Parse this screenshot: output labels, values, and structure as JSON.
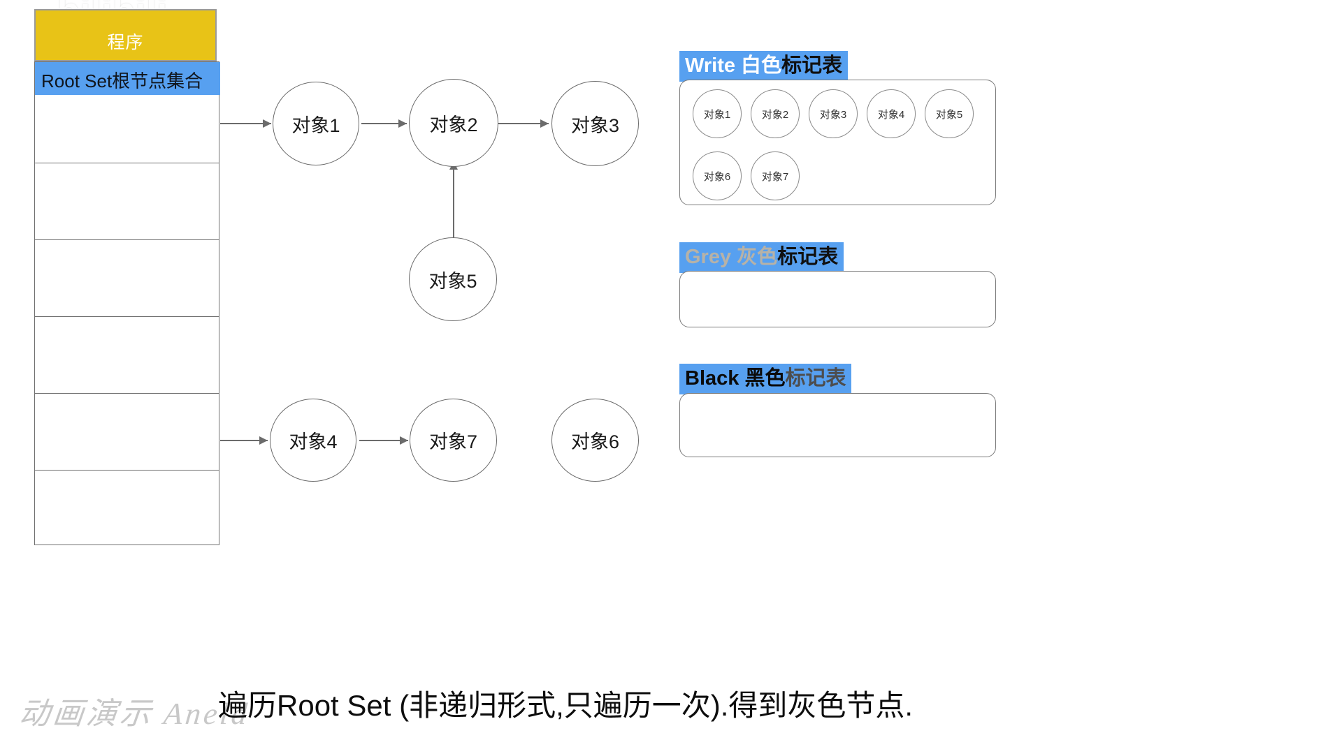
{
  "watermarks": {
    "top": "bilibili",
    "bottom": "动画演示 Aneld"
  },
  "program": {
    "label": "程序",
    "color": "#E8C317"
  },
  "root_set": {
    "header": "Root Set根节点集合",
    "header_color": "#57A0F0",
    "rows": [
      "",
      "",
      "",
      "",
      "",
      ""
    ]
  },
  "graph": {
    "nodes": [
      {
        "id": "obj1",
        "label": "对象1"
      },
      {
        "id": "obj2",
        "label": "对象2"
      },
      {
        "id": "obj3",
        "label": "对象3"
      },
      {
        "id": "obj5",
        "label": "对象5"
      },
      {
        "id": "obj4",
        "label": "对象4"
      },
      {
        "id": "obj7",
        "label": "对象7"
      },
      {
        "id": "obj6",
        "label": "对象6"
      }
    ]
  },
  "marker_tables": [
    {
      "key": "white",
      "title_en": "Write ",
      "title_colour": "白色",
      "title_tail": "标记表",
      "items": [
        "对象1",
        "对象2",
        "对象3",
        "对象4",
        "对象5",
        "对象6",
        "对象7"
      ]
    },
    {
      "key": "grey",
      "title_en": "Grey ",
      "title_colour": "灰色",
      "title_tail": "标记表",
      "items": []
    },
    {
      "key": "black",
      "title_en": "Black ",
      "title_colour": "黑色",
      "title_tail": "标记表",
      "items": []
    }
  ],
  "caption": "遍历Root Set (非递归形式,只遍历一次).得到灰色节点."
}
